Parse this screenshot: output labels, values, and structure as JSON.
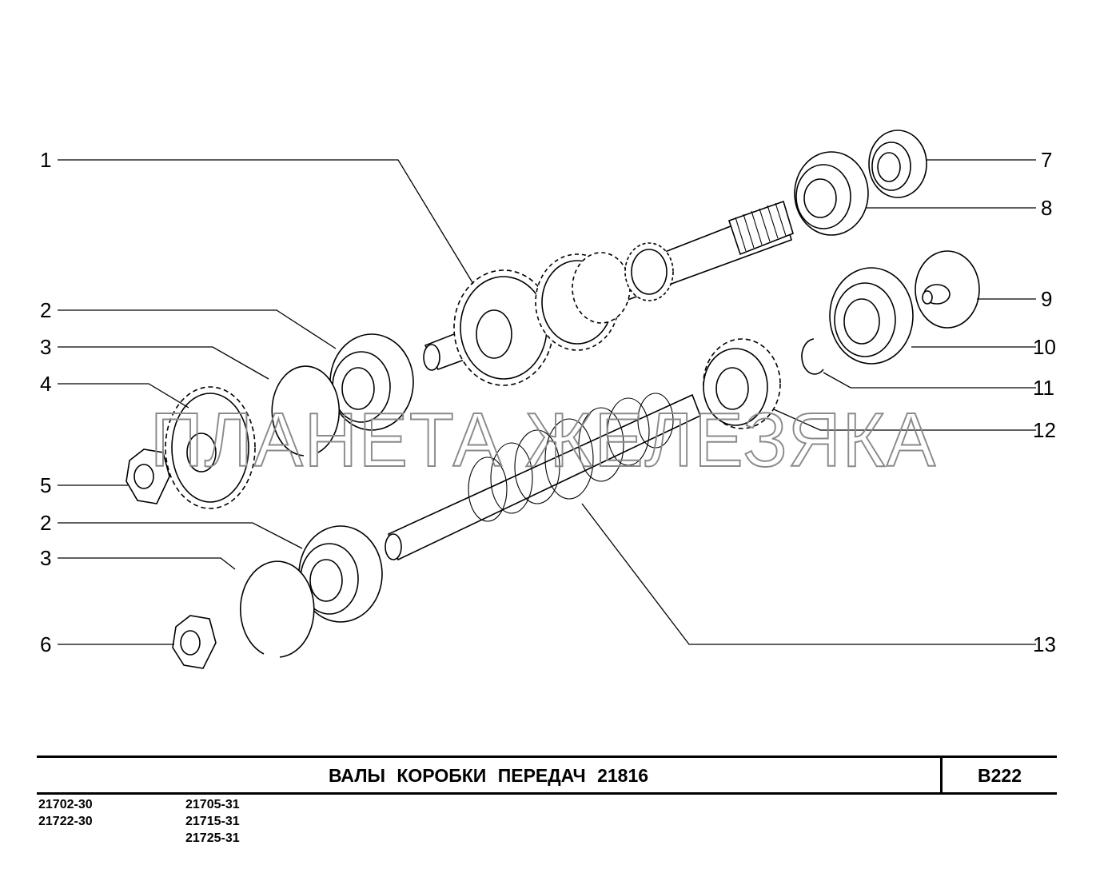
{
  "callouts": [
    {
      "num": "1"
    },
    {
      "num": "2"
    },
    {
      "num": "3"
    },
    {
      "num": "4"
    },
    {
      "num": "5"
    },
    {
      "num": "2"
    },
    {
      "num": "3"
    },
    {
      "num": "6"
    },
    {
      "num": "7"
    },
    {
      "num": "8"
    },
    {
      "num": "9"
    },
    {
      "num": "10"
    },
    {
      "num": "11"
    },
    {
      "num": "12"
    },
    {
      "num": "13"
    }
  ],
  "watermark": "ПЛАНЕТА ЖЕЛЕЗЯКА",
  "title_block": {
    "title": "ВАЛЫ  КОРОБКИ  ПЕРЕДАЧ  21816",
    "code": "В222"
  },
  "models": {
    "col1": [
      "21702-30",
      "21722-30"
    ],
    "col2": [
      "21705-31",
      "21715-31",
      "21725-31"
    ]
  }
}
